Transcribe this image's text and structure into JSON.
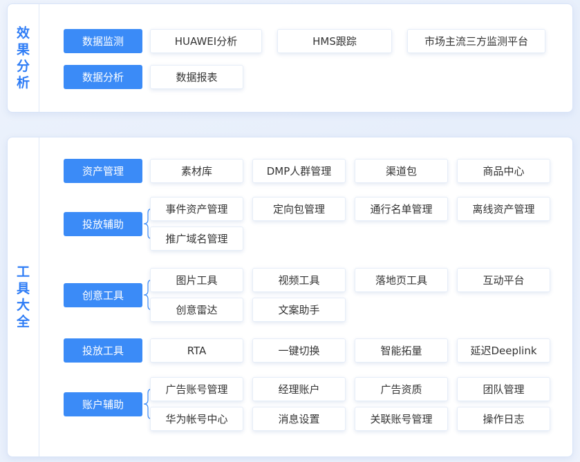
{
  "effect_section": {
    "title": "效果分析",
    "groups": [
      {
        "label": "数据监测",
        "items": [
          "HUAWEI分析",
          "HMS跟踪",
          "市场主流三方监测平台"
        ]
      },
      {
        "label": "数据分析",
        "items": [
          "数据报表"
        ]
      }
    ]
  },
  "tools_section": {
    "title": "工具大全",
    "groups": [
      {
        "label": "资产管理",
        "items": [
          "素材库",
          "DMP人群管理",
          "渠道包",
          "商品中心"
        ]
      },
      {
        "label": "投放辅助",
        "items": [
          "事件资产管理",
          "定向包管理",
          "通行名单管理",
          "离线资产管理",
          "推广域名管理"
        ]
      },
      {
        "label": "创意工具",
        "items": [
          "图片工具",
          "视频工具",
          "落地页工具",
          "互动平台",
          "创意雷达",
          "文案助手"
        ]
      },
      {
        "label": "投放工具",
        "items": [
          "RTA",
          "一键切换",
          "智能拓量",
          "延迟Deeplink"
        ]
      },
      {
        "label": "账户辅助",
        "items": [
          "广告账号管理",
          "经理账户",
          "广告资质",
          "团队管理",
          "华为帐号中心",
          "消息设置",
          "关联账号管理",
          "操作日志"
        ]
      }
    ]
  },
  "colors": {
    "accent": "#3b8bf7",
    "title": "#2f7df6",
    "panel_border": "#d8e4f8"
  }
}
